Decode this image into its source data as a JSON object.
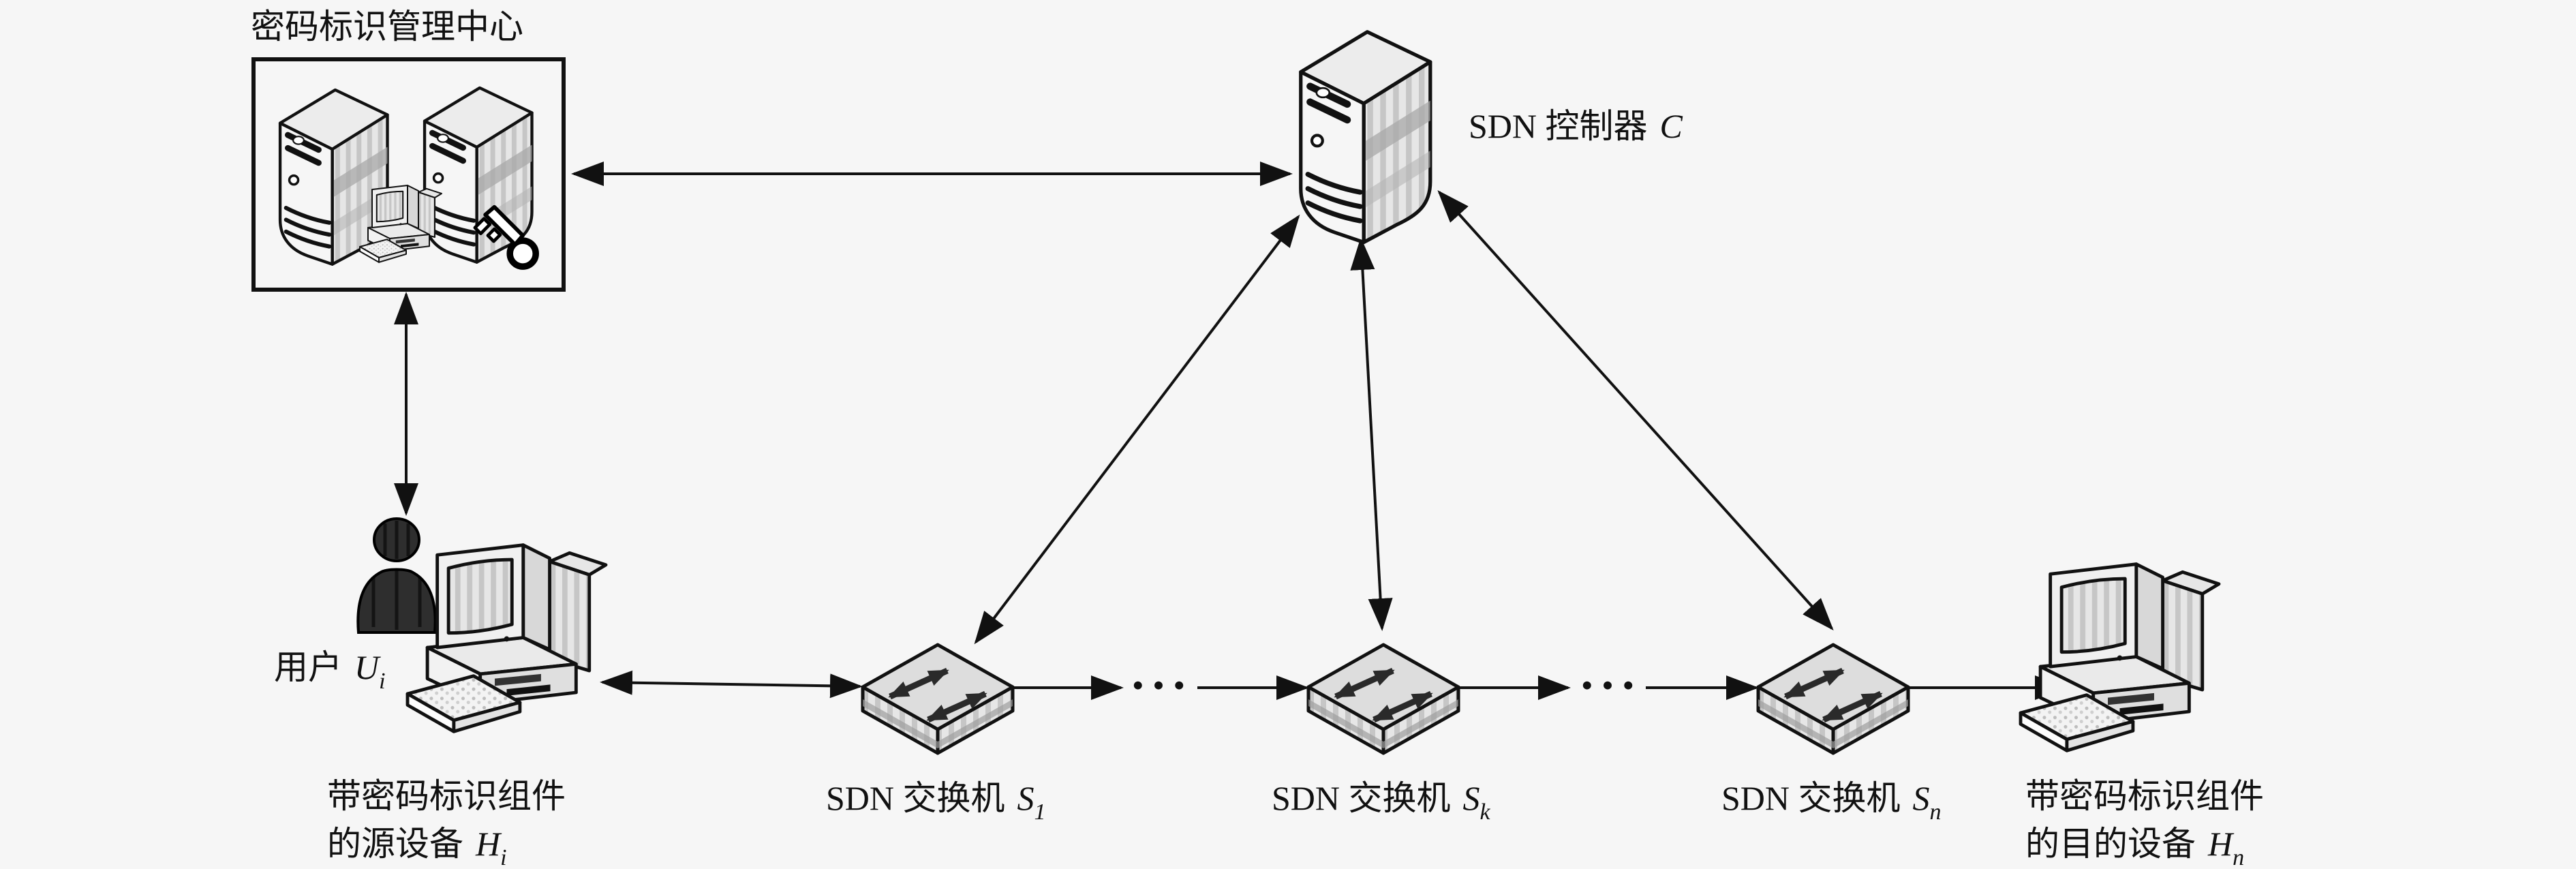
{
  "colors": {
    "background": "#f6f6f6",
    "ink": "#111111",
    "fill_light": "#f4f4f4",
    "fill_mid": "#dcdcdc",
    "fill_stripe_dark": "#c6c6c6",
    "band_gray": "#a8a8a8",
    "person_fill": "#2e2e2e",
    "switch_arrow": "#2a2a2a"
  },
  "management_center": {
    "title": "密码标识管理中心"
  },
  "controller": {
    "label": "SDN 控制器",
    "var": "C"
  },
  "user": {
    "label": "用户",
    "var": "U",
    "sub": "i"
  },
  "source_device": {
    "line1": "带密码标识组件",
    "line2": "的源设备",
    "var": "H",
    "sub": "i"
  },
  "dest_device": {
    "line1": "带密码标识组件",
    "line2": "的目的设备",
    "var": "H",
    "sub": "n"
  },
  "switches": [
    {
      "label": "SDN 交换机",
      "var": "S",
      "sub": "1"
    },
    {
      "label": "SDN 交换机",
      "var": "S",
      "sub": "k"
    },
    {
      "label": "SDN 交换机",
      "var": "S",
      "sub": "n"
    }
  ],
  "ellipsis": "···",
  "icons": {
    "server-icon": "isometric server tower",
    "key-icon": "key attached to identity server",
    "terminal-icon": "small pc attached to identity server",
    "switch-icon": "isometric SDN switch cube with crossing arrows",
    "computer-icon": "desktop pc with CRT monitor and keyboard",
    "user-icon": "dark person bust silhouette",
    "arrow-icon": "solid triangular arrowhead"
  }
}
